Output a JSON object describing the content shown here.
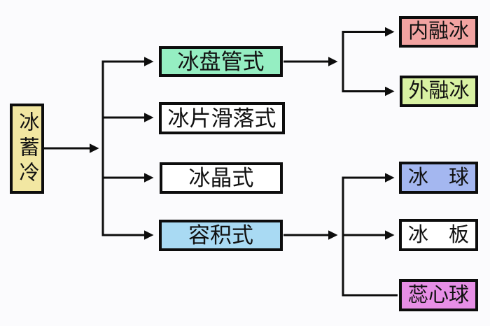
{
  "colors": {
    "background": "#fbfbfd",
    "line": "#0d0d0d",
    "border": "#0d0d0d",
    "root_bg": "#f2e7a2",
    "coil_bg": "#95eec2",
    "volume_bg": "#a9daf3",
    "inner_melt_bg": "#f2a3a1",
    "outer_melt_bg": "#d9f2a3",
    "ice_ball_bg": "#a4b7f0",
    "core_ball_bg": "#e78fe6",
    "white_bg": "#ffffff"
  },
  "nodes": {
    "root": {
      "label": "冰蓄冷",
      "bg": "#f2e7a2"
    },
    "types": [
      {
        "label": "冰盘管式",
        "bg": "#95eec2"
      },
      {
        "label": "冰片滑落式",
        "bg": "#ffffff"
      },
      {
        "label": "冰晶式",
        "bg": "#ffffff"
      },
      {
        "label": "容积式",
        "bg": "#a9daf3"
      }
    ],
    "coil_subtypes": [
      {
        "label": "内融冰",
        "bg": "#f2a3a1"
      },
      {
        "label": "外融冰",
        "bg": "#d9f2a3"
      }
    ],
    "volume_subtypes": [
      {
        "label": "冰　球",
        "bg": "#a4b7f0"
      },
      {
        "label": "冰　板",
        "bg": "#ffffff"
      },
      {
        "label": "蕊心球",
        "bg": "#e78fe6"
      }
    ]
  }
}
